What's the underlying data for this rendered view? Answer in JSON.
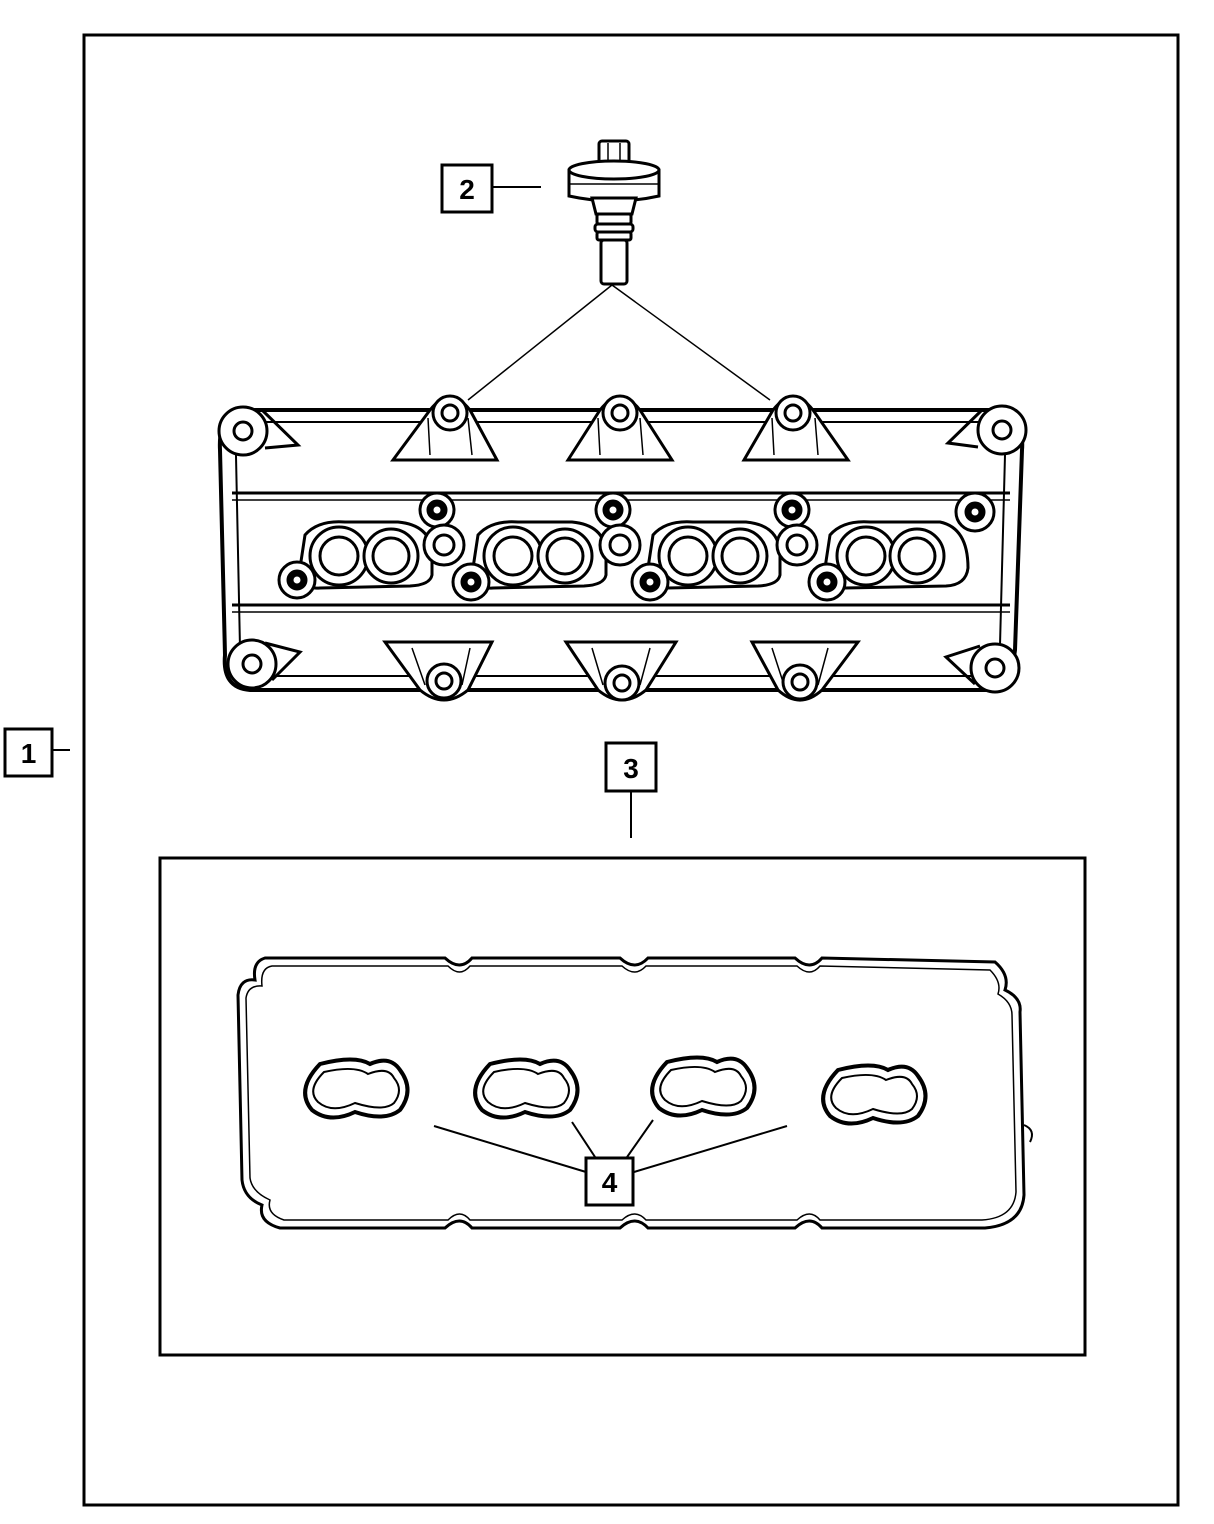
{
  "callouts": [
    {
      "id": "1",
      "label": "1"
    },
    {
      "id": "2",
      "label": "2"
    },
    {
      "id": "3",
      "label": "3"
    },
    {
      "id": "4",
      "label": "4"
    }
  ],
  "colors": {
    "line": "#000000",
    "background": "#ffffff"
  },
  "icons": [
    "bolt-icon",
    "valve-cover-icon",
    "gasket-icon",
    "plug-seal-icon"
  ]
}
